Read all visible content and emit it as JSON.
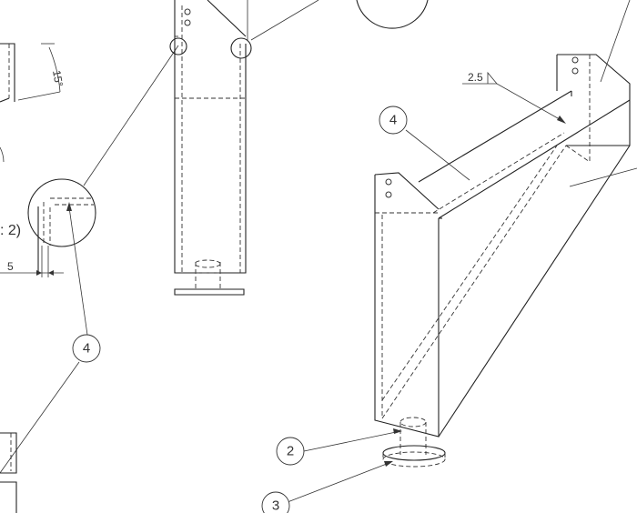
{
  "drawing": {
    "balloons": {
      "b_left_4": "4",
      "b_iso_4": "4",
      "b_iso_2": "2",
      "b_iso_3": "3"
    },
    "dimensions": {
      "angle": "15°",
      "width": "5",
      "weld": "2.5",
      "scale_fragment": ": 2)"
    }
  }
}
